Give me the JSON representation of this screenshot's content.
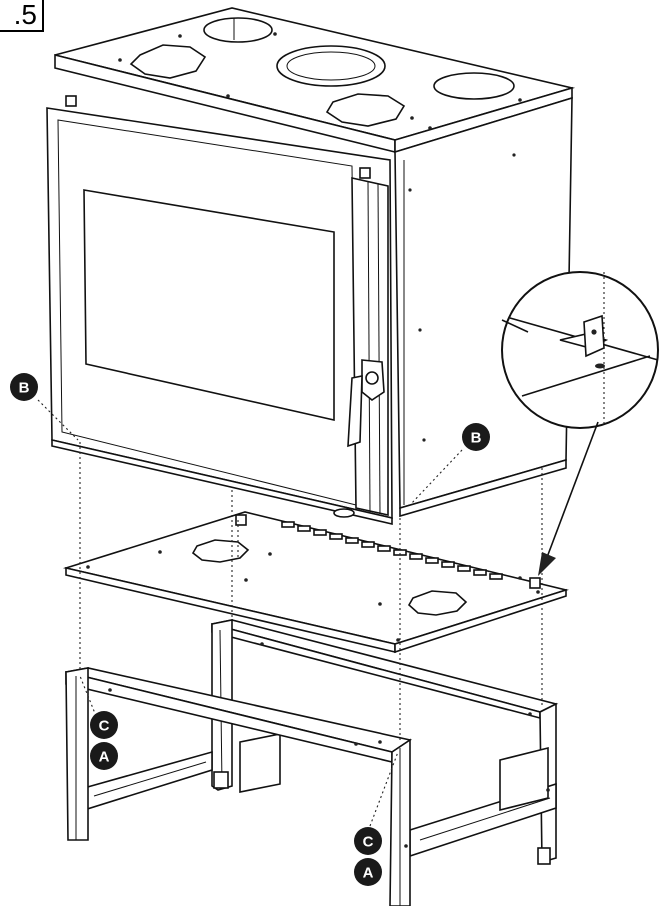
{
  "figure": {
    "number_label": ".5"
  },
  "markers": {
    "b_left": "B",
    "b_right": "B",
    "c_left": "C",
    "a_left": "A",
    "c_right": "C",
    "a_right": "A"
  }
}
